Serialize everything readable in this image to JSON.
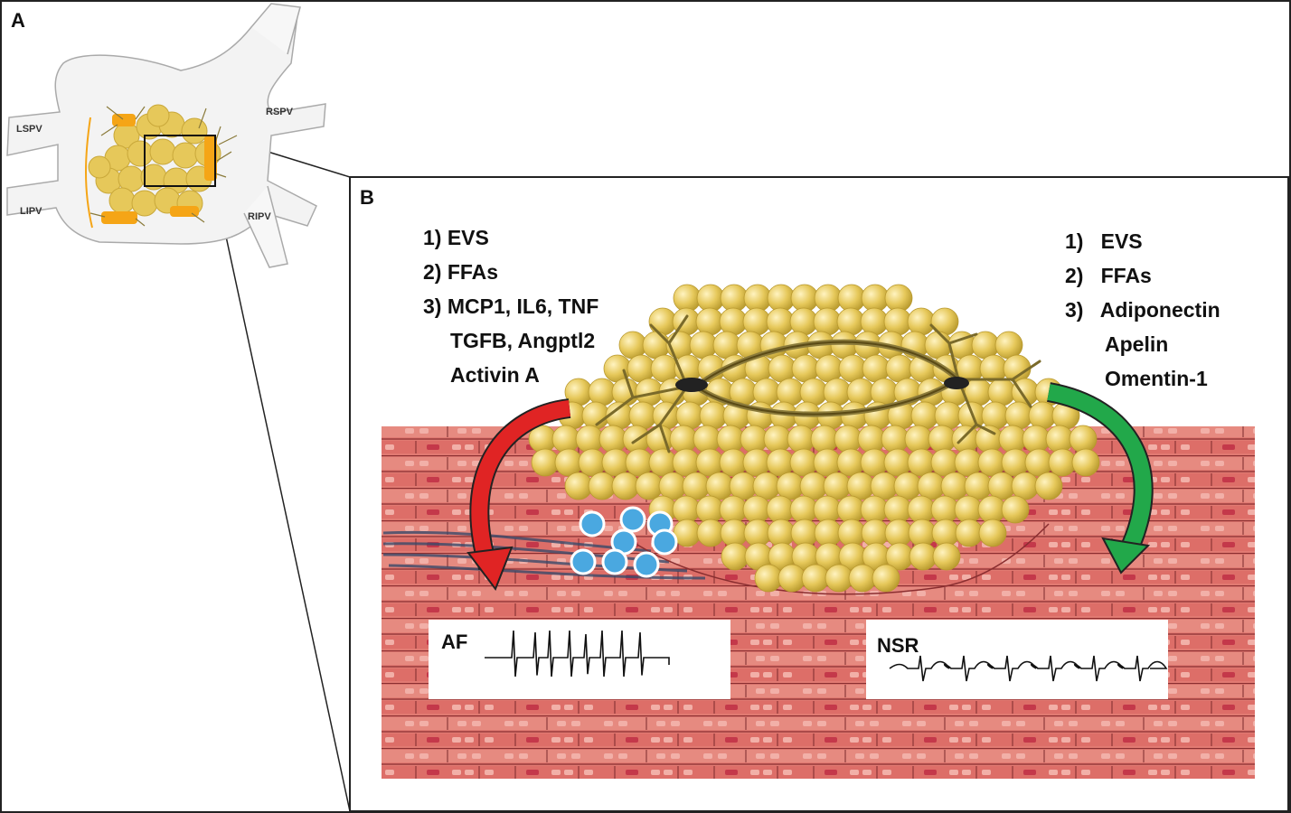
{
  "panels": {
    "a": "A",
    "b": "B"
  },
  "vein_labels": {
    "lspv": "LSPV",
    "rspv": "RSPV",
    "lipv": "LIPV",
    "ripv": "RIPV"
  },
  "left_list": [
    "1) EVS",
    "2) FFAs",
    "3) MCP1, IL6, TNF",
    "TGFB, Angptl2",
    "Activin A"
  ],
  "right_list": [
    "1)   EVS",
    "2)   FFAs",
    "3)   Adiponectin",
    "Apelin",
    "Omentin-1"
  ],
  "ecg": {
    "af_label": "AF",
    "nsr_label": "NSR"
  },
  "colors": {
    "fat": "#e6c85a",
    "fat_dark": "#b89a2e",
    "muscle": "#d9605e",
    "muscle_light": "#f0a8a0",
    "red_arrow": "#e02424",
    "green_arrow": "#22a84a",
    "nerve": "#8a7a3a",
    "immune_cell": "#4aa8e0"
  },
  "icons": {
    "arrow_pathogenic": "curved-arrow-red",
    "arrow_protective": "curved-arrow-green"
  }
}
